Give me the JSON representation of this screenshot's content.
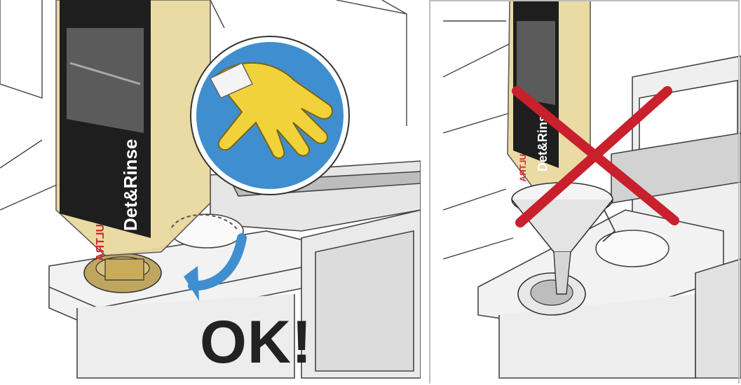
{
  "left": {
    "bottle_brand": "Det&Rinse",
    "bottle_sub": "ULTRA",
    "status_text": "OK!",
    "icons": [
      "gloves-icon",
      "rotate-arrow-icon"
    ],
    "colors": {
      "circle": "#3f8fd0",
      "glove": "#f2d23a",
      "arrow": "#3f8fd0",
      "bottle": "#e9d9a0"
    }
  },
  "right": {
    "bottle_brand": "Det&Rinse",
    "bottle_sub": "ULTRA",
    "icons": [
      "funnel-icon",
      "cross-icon"
    ],
    "colors": {
      "cross": "#c8202c",
      "bottle": "#e9d9a0"
    }
  }
}
